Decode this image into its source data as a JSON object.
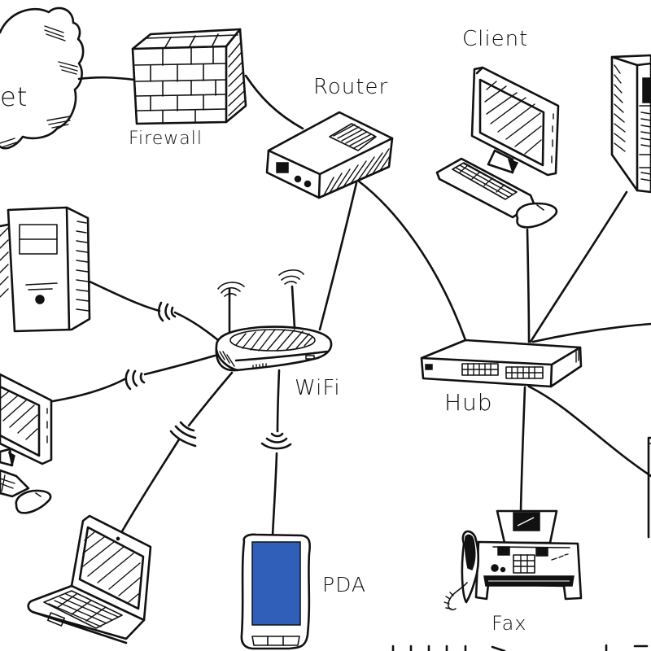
{
  "diagram": {
    "title": "Network diagram (hand-drawn)",
    "ink_color": "#111111",
    "background": "#ffffff",
    "accent_pda_screen": "#2f5fb8",
    "nodes": [
      {
        "id": "internet",
        "label": "et",
        "full_label": "Internet",
        "icon": "cloud-icon"
      },
      {
        "id": "firewall",
        "label": "Firewall",
        "icon": "brick-wall-icon"
      },
      {
        "id": "router",
        "label": "Router",
        "icon": "router-icon"
      },
      {
        "id": "client",
        "label": "Client",
        "icon": "desktop-computer-icon"
      },
      {
        "id": "server-right",
        "label": "",
        "icon": "server-tower-icon"
      },
      {
        "id": "server-left",
        "label": "",
        "icon": "server-tower-icon"
      },
      {
        "id": "wifi",
        "label": "WiFi",
        "icon": "wireless-router-icon"
      },
      {
        "id": "hub",
        "label": "Hub",
        "icon": "network-switch-icon"
      },
      {
        "id": "desktop-left",
        "label": "",
        "icon": "desktop-computer-icon"
      },
      {
        "id": "laptop",
        "label": "",
        "icon": "laptop-icon"
      },
      {
        "id": "pda",
        "label": "PDA",
        "icon": "pda-icon"
      },
      {
        "id": "fax",
        "label": "Fax",
        "icon": "fax-machine-icon"
      },
      {
        "id": "device-right-edge",
        "label": "",
        "icon": "device-icon"
      }
    ],
    "links": [
      {
        "from": "internet",
        "to": "firewall",
        "type": "wired"
      },
      {
        "from": "firewall",
        "to": "router",
        "type": "wired"
      },
      {
        "from": "router",
        "to": "wifi",
        "type": "wired"
      },
      {
        "from": "router",
        "to": "hub",
        "type": "wired"
      },
      {
        "from": "client",
        "to": "hub",
        "type": "wired"
      },
      {
        "from": "server-right",
        "to": "hub",
        "type": "wired"
      },
      {
        "from": "hub",
        "to": "offscreen-right",
        "type": "wired"
      },
      {
        "from": "hub",
        "to": "device-right-edge",
        "type": "wired"
      },
      {
        "from": "hub",
        "to": "fax",
        "type": "wired"
      },
      {
        "from": "wifi",
        "to": "server-left",
        "type": "wireless"
      },
      {
        "from": "wifi",
        "to": "desktop-left",
        "type": "wireless"
      },
      {
        "from": "wifi",
        "to": "laptop",
        "type": "wireless"
      },
      {
        "from": "wifi",
        "to": "pda",
        "type": "wireless"
      }
    ],
    "labels": {
      "internet": "et",
      "firewall": "Firewall",
      "router": "Router",
      "client": "Client",
      "wifi": "WiFi",
      "hub": "Hub",
      "pda": "PDA",
      "fax": "Fax"
    }
  }
}
